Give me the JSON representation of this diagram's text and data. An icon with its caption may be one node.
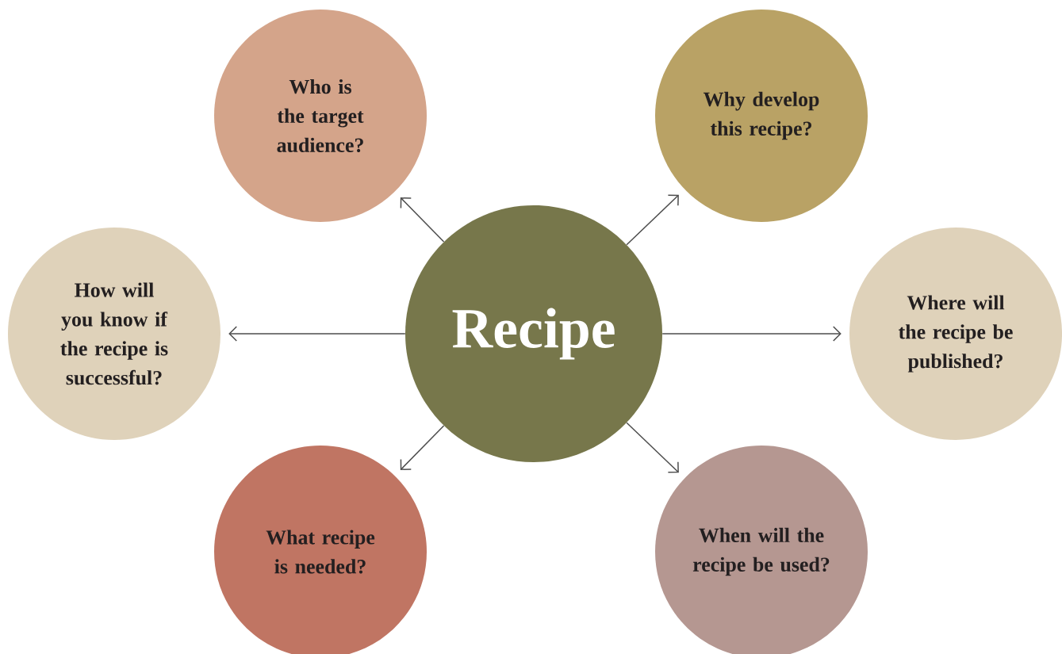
{
  "diagram": {
    "nodes": [
      {
        "text": [
          "Who is the target audience?"
        ]
      },
      {
        "text": [
          "Why develop this recipe?"
        ]
      },
      {
        "text": [
          "How will you know if the recipe is successful?"
        ]
      },
      {
        "text": [
          "Recipe"
        ]
      },
      {
        "text": [
          "Where will the recipe be published?"
        ]
      },
      {
        "text": [
          "What recipe is needed?"
        ]
      },
      {
        "text": [
          "When will the recipe be used?"
        ]
      }
    ],
    "edges": [
      {
        "from": 3,
        "to": 0,
        "arrow": "to"
      },
      {
        "from": 3,
        "to": 1,
        "arrow": "to"
      },
      {
        "from": 3,
        "to": 2,
        "arrow": "to"
      },
      {
        "from": 3,
        "to": 4,
        "arrow": "to"
      },
      {
        "from": 3,
        "to": 5,
        "arrow": "to"
      },
      {
        "from": 3,
        "to": 6,
        "arrow": "to"
      }
    ]
  }
}
